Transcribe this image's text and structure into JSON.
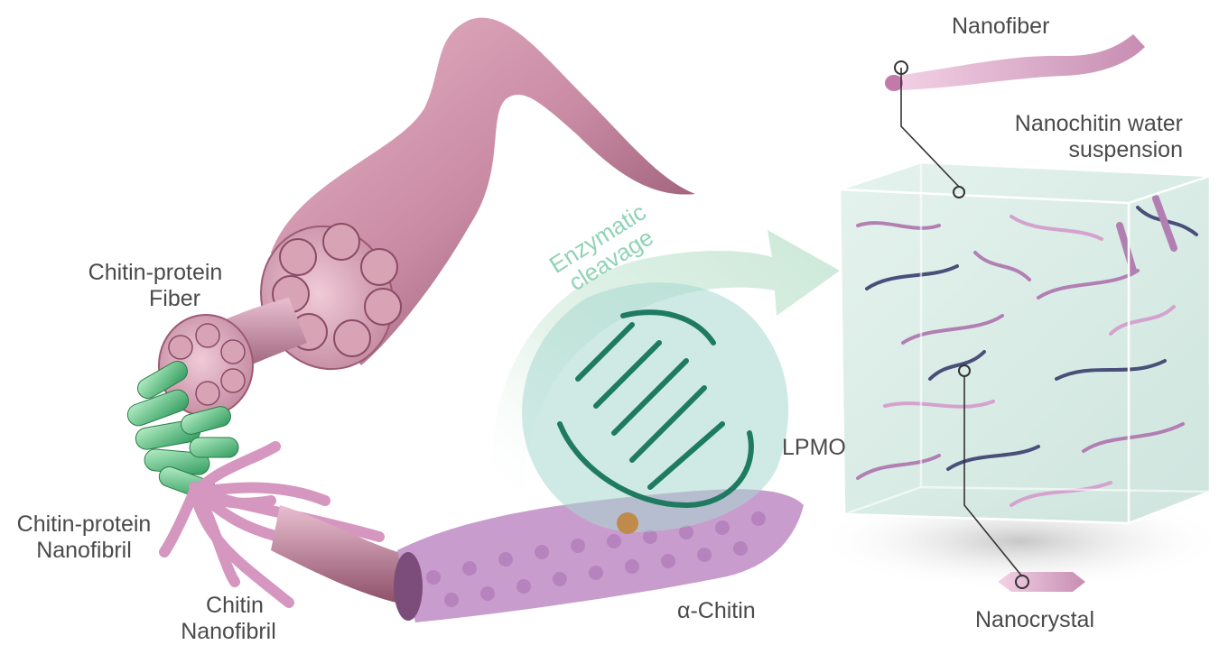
{
  "labels": {
    "chitin_protein_fiber": [
      "Chitin-protein",
      "Fiber"
    ],
    "chitin_protein_nanofibril": [
      "Chitin-protein",
      "Nanofibril"
    ],
    "chitin_nanofibril": [
      "Chitin",
      "Nanofibril"
    ],
    "enzymatic_cleavage": [
      "Enzymatic",
      "cleavage"
    ],
    "lpmo": "LPMO",
    "alpha_chitin": "α-Chitin",
    "nanofiber": "Nanofiber",
    "nanochitin_suspension": [
      "Nanochitin water",
      "suspension"
    ],
    "nanocrystal": "Nanocrystal"
  },
  "colors": {
    "fiber_pink": "#c98aa3",
    "fiber_dark": "#7a3d55",
    "protein_green": "#3f9a7a",
    "enzyme_arrow": "#d6efe2",
    "nanofiber_light": "#e3a6cc",
    "nanofiber_dark": "#4a4f7a",
    "label_gray": "#4a4a4a"
  }
}
